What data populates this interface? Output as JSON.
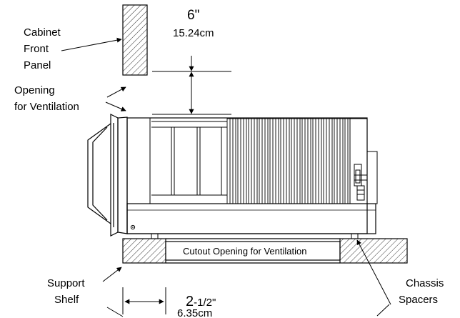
{
  "labels": {
    "cabinet_1": "Cabinet",
    "cabinet_2": "Front",
    "cabinet_3": "Panel",
    "opening_1": "Opening",
    "opening_2": "for Ventilation",
    "top_dim_in": "6\"",
    "top_dim_cm": "15.24cm",
    "cutout": "Cutout Opening for Ventilation",
    "support_1": "Support",
    "support_2": "Shelf",
    "chassis_1": "Chassis",
    "chassis_2": "Spacers",
    "bottom_dim_int": "2",
    "bottom_dim_frac": "-1/2\"",
    "bottom_dim_cm": "6.35cm"
  },
  "colors": {
    "line": "#000000",
    "background": "#ffffff"
  }
}
